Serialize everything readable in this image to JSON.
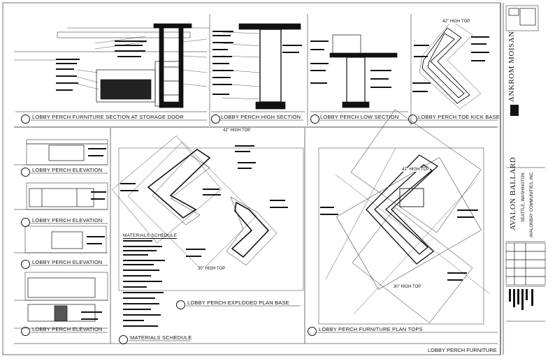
{
  "sheet": {
    "sheet_title": "LOBBY PERCH FURNITURE"
  },
  "title_block": {
    "firm": "ANKROM MOISAN",
    "project_name": "AVALON BALLARD",
    "project_address": "SEATTLE, WASHINGTON",
    "client": "AVALONBAY COMMUNITIES, INC."
  },
  "views": {
    "section_storage": "LOBBY PERCH FURNITURE SECTION AT STORAGE DOOR",
    "high_section": "LOBBY PERCH HIGH SECTION",
    "low_section": "LOBBY PERCH LOW SECTION",
    "toe_kick_base": "LOBBY PERCH TOE KICK BASE",
    "elevation_1": "LOBBY PERCH ELEVATION",
    "elevation_2": "LOBBY PERCH ELEVATION",
    "elevation_3": "LOBBY PERCH ELEVATION",
    "elevation_4": "LOBBY PERCH ELEVATION",
    "exploded_plan": "LOBBY PERCH EXPLODED PLAN BASE",
    "plan_tops": "LOBBY PERCH FURNITURE PLAN TOPS",
    "materials_schedule": "MATERIALS SCHEDULE",
    "materials_schedule_heading": "MATERIALS SCHEDULE"
  },
  "dimension_tags": {
    "high_top_a": "42\" HIGH TOP",
    "high_top_b": "42\" HIGH TOP",
    "high_top_c": "42\" HIGH TOP",
    "low_top_a": "30\" HIGH TOP",
    "low_top_b": "30\" HIGH TOP"
  }
}
